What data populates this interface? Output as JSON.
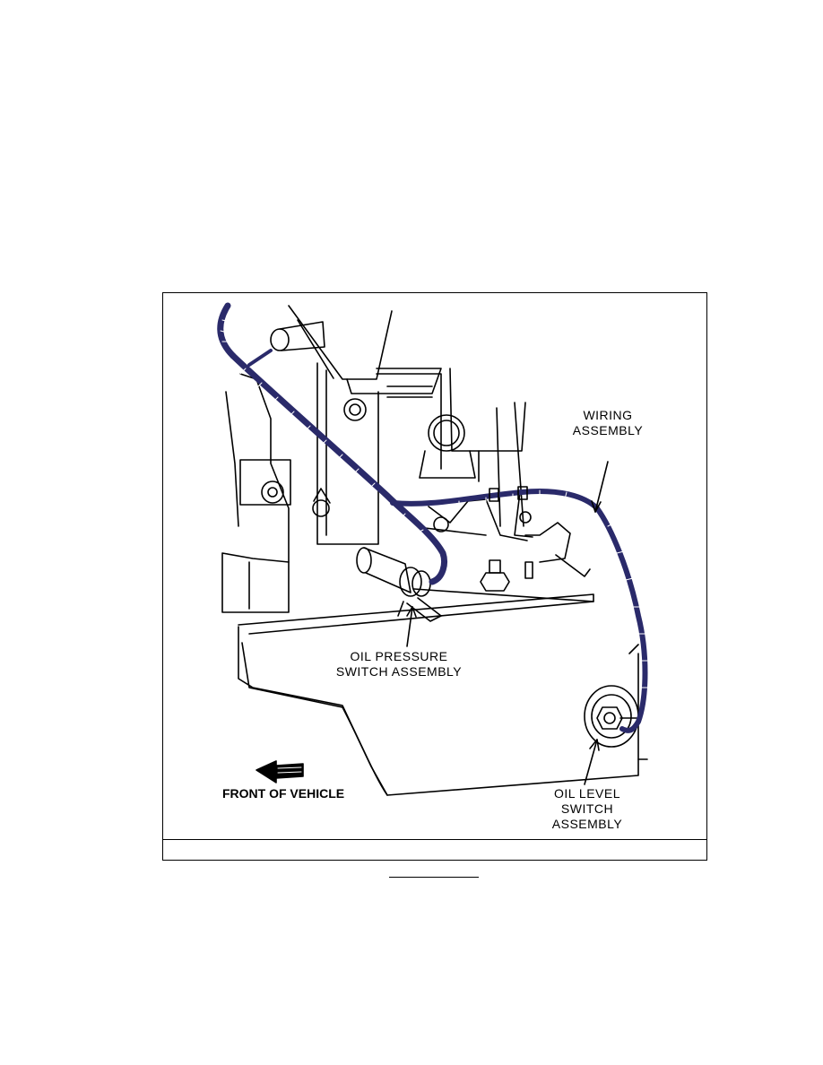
{
  "diagram": {
    "labels": {
      "wiring_line1": "WIRING",
      "wiring_line2": "ASSEMBLY",
      "oil_pressure_line1": "OIL PRESSURE",
      "oil_pressure_line2": "SWITCH ASSEMBLY",
      "oil_level_line1": "OIL LEVEL",
      "oil_level_line2": "SWITCH",
      "oil_level_line3": "ASSEMBLY",
      "front": "FRONT OF VEHICLE"
    },
    "icons": {
      "front_arrow": "arrow-left-icon"
    },
    "colors": {
      "ink": "#000000",
      "paper": "#ffffff",
      "wire_tint": "#2a2a6a"
    }
  }
}
